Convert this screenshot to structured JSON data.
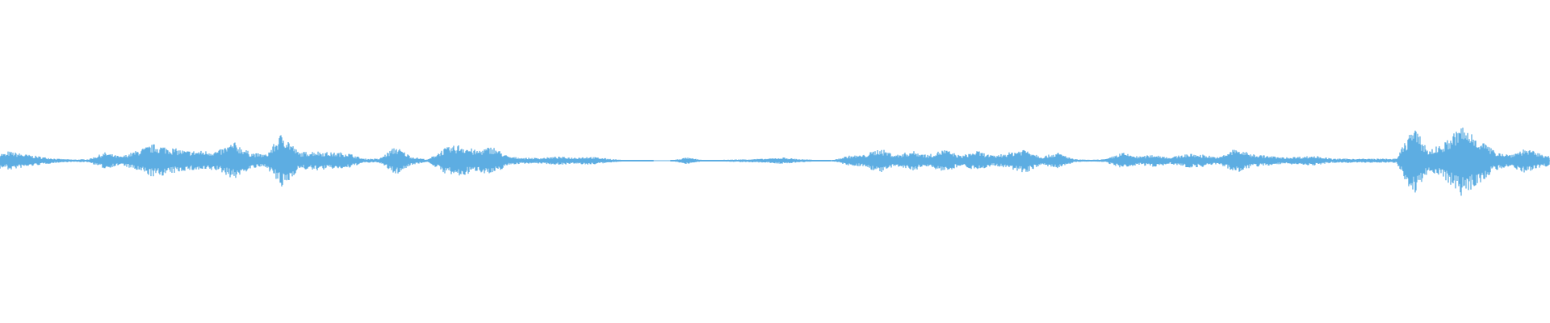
{
  "waveform": {
    "color": "#5dade2",
    "background": "#ffffff",
    "envelope": [
      0.23,
      0.16,
      0.1,
      0.05,
      0.03,
      0.04,
      0.2,
      0.1,
      0.25,
      0.4,
      0.33,
      0.24,
      0.24,
      0.24,
      0.45,
      0.2,
      0.15,
      0.7,
      0.2,
      0.24,
      0.2,
      0.2,
      0.05,
      0.05,
      0.35,
      0.1,
      0.03,
      0.3,
      0.4,
      0.25,
      0.35,
      0.1,
      0.07,
      0.07,
      0.1,
      0.08,
      0.1,
      0.06,
      0.02,
      0.02,
      0,
      0,
      0.08,
      0.02,
      0.02,
      0.03,
      0.04,
      0.05,
      0.08,
      0.04,
      0.02,
      0,
      0.12,
      0.14,
      0.3,
      0.14,
      0.24,
      0.14,
      0.28,
      0.12,
      0.24,
      0.12,
      0.2,
      0.3,
      0.1,
      0.2,
      0.04,
      0.02,
      0.04,
      0.2,
      0.1,
      0.15,
      0.08,
      0.17,
      0.15,
      0.08,
      0.3,
      0.17,
      0.12,
      0.08,
      0.1,
      0.12,
      0.05,
      0.05,
      0.05,
      0.05,
      0.05,
      0.85,
      0.25,
      0.45,
      0.85,
      0.6,
      0.25,
      0.15,
      0.3,
      0.15
    ]
  }
}
